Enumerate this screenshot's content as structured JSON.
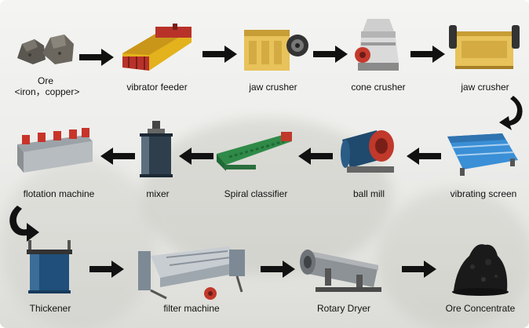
{
  "steps": {
    "ore": {
      "label": "Ore",
      "sublabel": "<iron，copper>"
    },
    "vibrator_feeder": {
      "label": "vibrator feeder"
    },
    "jaw_crusher_1": {
      "label": "jaw crusher"
    },
    "cone_crusher": {
      "label": "cone crusher"
    },
    "jaw_crusher_2": {
      "label": "jaw crusher"
    },
    "vibrating_screen": {
      "label": "vibrating screen"
    },
    "ball_mill": {
      "label": "ball mill"
    },
    "spiral_classifier": {
      "label": "Spiral classifier"
    },
    "mixer": {
      "label": "mixer"
    },
    "flotation_machine": {
      "label": "flotation machine"
    },
    "thickener": {
      "label": "Thickener"
    },
    "filter_machine": {
      "label": "filter machine"
    },
    "rotary_dryer": {
      "label": "Rotary Dryer"
    },
    "ore_concentrate": {
      "label": "Ore Concentrate"
    }
  },
  "colors": {
    "arrow": "#111111",
    "feeder_red": "#b8322a",
    "feeder_yellow": "#e3b21c",
    "crusher_yellow": "#e8c25a",
    "screen_blue": "#3a8fd6",
    "mill_red": "#b8342b",
    "classifier_green": "#2f8a48",
    "flotation_red": "#c8342a",
    "thickener_blue": "#1f4f7a",
    "dryer_grey": "#8d9296"
  }
}
